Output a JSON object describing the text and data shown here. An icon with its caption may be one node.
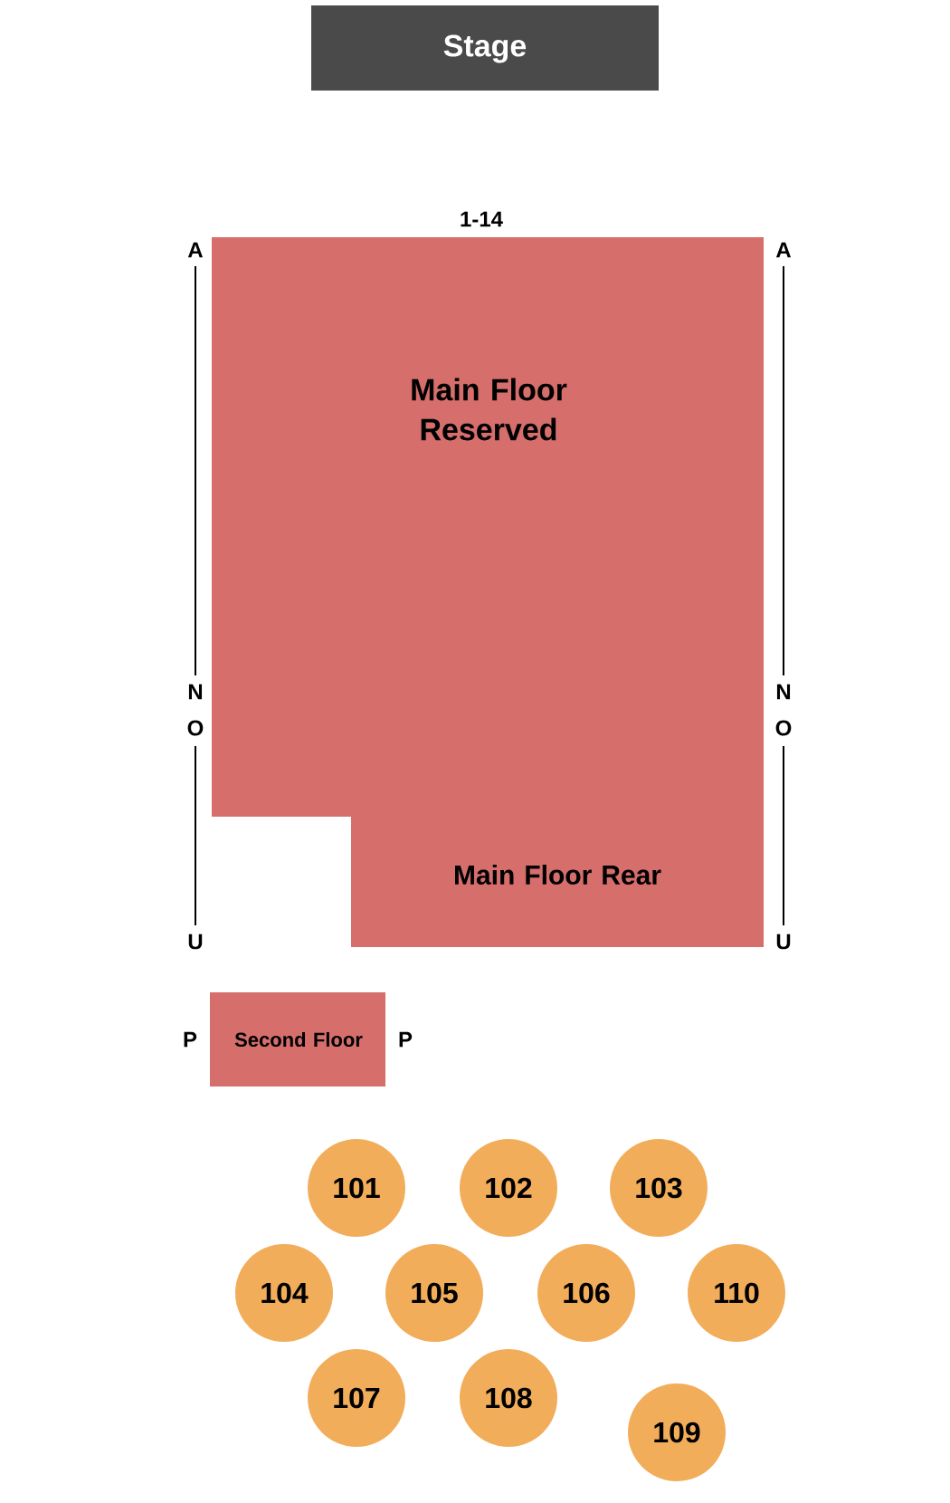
{
  "diagram": {
    "nodes": [
      {
        "text": [
          "Stage"
        ]
      },
      {
        "text": [
          "Main Floor Reserved"
        ]
      },
      {
        "text": [
          "Main Floor Rear"
        ]
      },
      {
        "text": [
          "Second Floor"
        ]
      },
      {
        "text": [
          "101"
        ]
      },
      {
        "text": [
          "102"
        ]
      },
      {
        "text": [
          "103"
        ]
      },
      {
        "text": [
          "104"
        ]
      },
      {
        "text": [
          "105"
        ]
      },
      {
        "text": [
          "106"
        ]
      },
      {
        "text": [
          "110"
        ]
      },
      {
        "text": [
          "107"
        ]
      },
      {
        "text": [
          "108"
        ]
      },
      {
        "text": [
          "109"
        ]
      }
    ],
    "labels": [
      "1-14",
      "A",
      "A",
      "N",
      "N",
      "O",
      "O",
      "U",
      "U",
      "P",
      "P"
    ]
  }
}
